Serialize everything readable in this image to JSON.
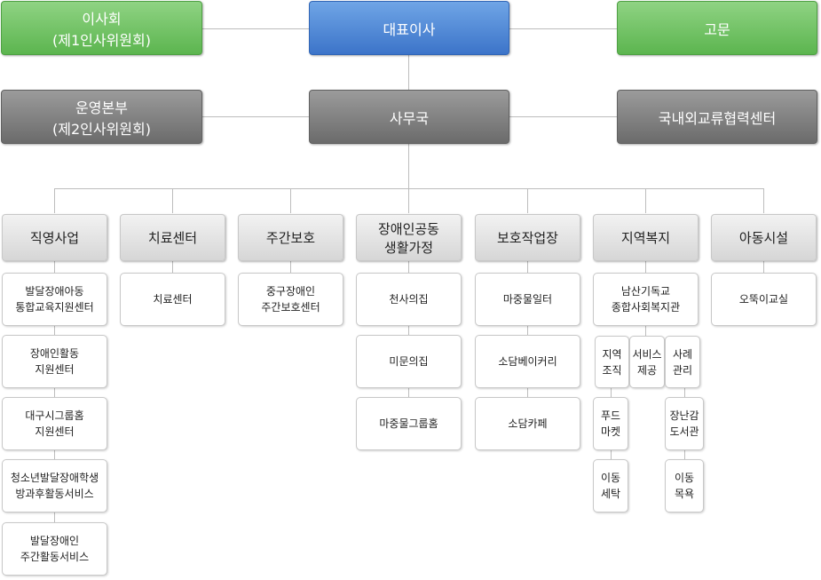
{
  "top": {
    "board": "이사회\n(제1인사위원회)",
    "ceo": "대표이사",
    "advisor": "고문"
  },
  "middle": {
    "ops": "운영본부\n(제2인사위원회)",
    "secretariat": "사무국",
    "intl": "국내외교류협력센터"
  },
  "departments": [
    {
      "label": "직영사업",
      "items": [
        "발달장애아동\n통합교육지원센터",
        "장애인활동\n지원센터",
        "대구시그룹홈\n지원센터",
        "청소년발달장애학생\n방과후활동서비스",
        "발달장애인\n주간활동서비스"
      ]
    },
    {
      "label": "치료센터",
      "items": [
        "치료센터"
      ]
    },
    {
      "label": "주간보호",
      "items": [
        "중구장애인\n주간보호센터"
      ]
    },
    {
      "label": "장애인공동\n생활가정",
      "items": [
        "천사의집",
        "미문의집",
        "마중물그룹홈"
      ]
    },
    {
      "label": "보호작업장",
      "items": [
        "마중물일터",
        "소담베이커리",
        "소담카페"
      ]
    },
    {
      "label": "지역복지",
      "items": [
        "남산기독교\n종합사회복지관"
      ],
      "sub": [
        "지역\n조직",
        "서비스\n제공",
        "사례\n관리"
      ],
      "sub_left": [
        "푸드\n마켓",
        "이동\n세탁"
      ],
      "sub_right": [
        "장난감\n도서관",
        "이동\n목욕"
      ]
    },
    {
      "label": "아동시설",
      "items": [
        "오뚝이교실"
      ]
    }
  ]
}
